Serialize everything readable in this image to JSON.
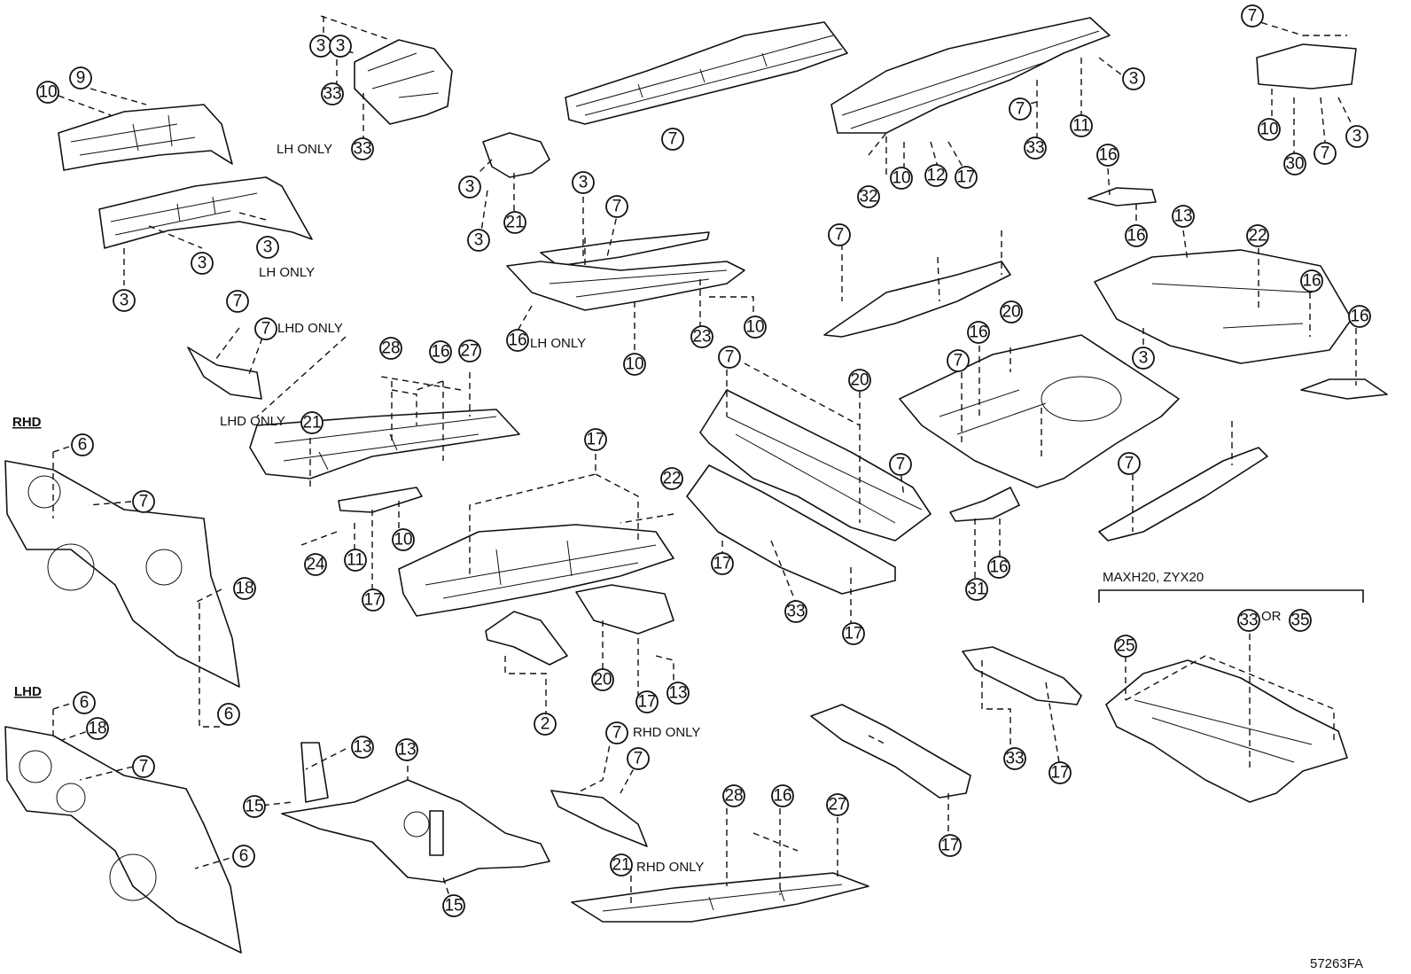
{
  "diagram": {
    "code": "57263FA",
    "notes": {
      "lh_only": "LH ONLY",
      "lhd_only": "LHD ONLY",
      "rhd_only": "RHD ONLY",
      "rhd": "RHD",
      "lhd": "LHD",
      "models": "MAXH20, ZYX20",
      "or": "OR"
    },
    "callouts": [
      {
        "id": "c01",
        "label": "9"
      },
      {
        "id": "c02",
        "label": "10"
      },
      {
        "id": "c03",
        "label": "3"
      },
      {
        "id": "c04",
        "label": "3"
      },
      {
        "id": "c05",
        "label": "3"
      },
      {
        "id": "c06",
        "label": "3"
      },
      {
        "id": "c07",
        "label": "3"
      },
      {
        "id": "c08",
        "label": "33"
      },
      {
        "id": "c09",
        "label": "33"
      },
      {
        "id": "c10",
        "label": "7"
      },
      {
        "id": "c11",
        "label": "7"
      },
      {
        "id": "c12",
        "label": "6"
      },
      {
        "id": "c13",
        "label": "7"
      },
      {
        "id": "c14",
        "label": "18"
      },
      {
        "id": "c15",
        "label": "6"
      },
      {
        "id": "c16",
        "label": "6"
      },
      {
        "id": "c17",
        "label": "18"
      },
      {
        "id": "c18",
        "label": "7"
      },
      {
        "id": "c19",
        "label": "6"
      },
      {
        "id": "c20",
        "label": "21"
      },
      {
        "id": "c21",
        "label": "28"
      },
      {
        "id": "c22",
        "label": "16"
      },
      {
        "id": "c23",
        "label": "27"
      },
      {
        "id": "c24",
        "label": "24"
      },
      {
        "id": "c25",
        "label": "11"
      },
      {
        "id": "c26",
        "label": "17"
      },
      {
        "id": "c27",
        "label": "10"
      },
      {
        "id": "c28",
        "label": "13"
      },
      {
        "id": "c29",
        "label": "13"
      },
      {
        "id": "c30",
        "label": "15"
      },
      {
        "id": "c31",
        "label": "15"
      },
      {
        "id": "c32",
        "label": "7"
      },
      {
        "id": "c33",
        "label": "3"
      },
      {
        "id": "c34",
        "label": "21"
      },
      {
        "id": "c35",
        "label": "3"
      },
      {
        "id": "c36",
        "label": "3"
      },
      {
        "id": "c37",
        "label": "7"
      },
      {
        "id": "c38",
        "label": "16"
      },
      {
        "id": "c39",
        "label": "10"
      },
      {
        "id": "c40",
        "label": "23"
      },
      {
        "id": "c41",
        "label": "10"
      },
      {
        "id": "c42",
        "label": "17"
      },
      {
        "id": "c43",
        "label": "22"
      },
      {
        "id": "c44",
        "label": "2"
      },
      {
        "id": "c45",
        "label": "20"
      },
      {
        "id": "c46",
        "label": "17"
      },
      {
        "id": "c47",
        "label": "13"
      },
      {
        "id": "c48",
        "label": "7"
      },
      {
        "id": "c49",
        "label": "7"
      },
      {
        "id": "c50",
        "label": "21"
      },
      {
        "id": "c51",
        "label": "28"
      },
      {
        "id": "c52",
        "label": "16"
      },
      {
        "id": "c53",
        "label": "27"
      },
      {
        "id": "c54",
        "label": "7"
      },
      {
        "id": "c55",
        "label": "20"
      },
      {
        "id": "c56",
        "label": "7"
      },
      {
        "id": "c57",
        "label": "17"
      },
      {
        "id": "c58",
        "label": "33"
      },
      {
        "id": "c59",
        "label": "17"
      },
      {
        "id": "c60",
        "label": "17"
      },
      {
        "id": "c61",
        "label": "3"
      },
      {
        "id": "c62",
        "label": "7"
      },
      {
        "id": "c63",
        "label": "11"
      },
      {
        "id": "c64",
        "label": "33"
      },
      {
        "id": "c65",
        "label": "32"
      },
      {
        "id": "c66",
        "label": "10"
      },
      {
        "id": "c67",
        "label": "12"
      },
      {
        "id": "c68",
        "label": "17"
      },
      {
        "id": "c69",
        "label": "7"
      },
      {
        "id": "c70",
        "label": "7"
      },
      {
        "id": "c71",
        "label": "16"
      },
      {
        "id": "c72",
        "label": "20"
      },
      {
        "id": "c73",
        "label": "16"
      },
      {
        "id": "c74",
        "label": "31"
      },
      {
        "id": "c75",
        "label": "33"
      },
      {
        "id": "c76",
        "label": "17"
      },
      {
        "id": "c77",
        "label": "7"
      },
      {
        "id": "c78",
        "label": "3"
      },
      {
        "id": "c79",
        "label": "10"
      },
      {
        "id": "c80",
        "label": "30"
      },
      {
        "id": "c81",
        "label": "7"
      },
      {
        "id": "c82",
        "label": "16"
      },
      {
        "id": "c83",
        "label": "16"
      },
      {
        "id": "c84",
        "label": "13"
      },
      {
        "id": "c85",
        "label": "22"
      },
      {
        "id": "c86",
        "label": "16"
      },
      {
        "id": "c87",
        "label": "16"
      },
      {
        "id": "c88",
        "label": "3"
      },
      {
        "id": "c89",
        "label": "7"
      },
      {
        "id": "c90",
        "label": "25"
      },
      {
        "id": "c91",
        "label": "33"
      },
      {
        "id": "c92",
        "label": "35"
      }
    ]
  }
}
